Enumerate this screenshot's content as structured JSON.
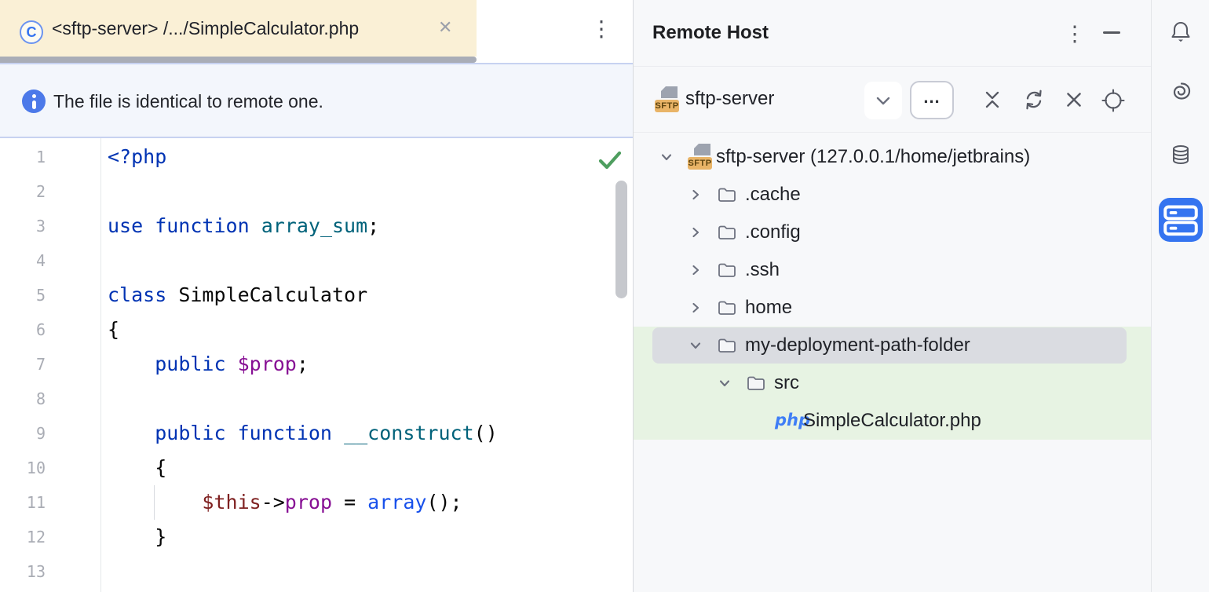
{
  "tab": {
    "title": "<sftp-server> /.../SimpleCalculator.php",
    "class_icon_letter": "C",
    "close_glyph": "✕",
    "menu_glyph": "⋮"
  },
  "banner": {
    "message": "The file is identical to remote one.",
    "icons": [
      "refresh-icon",
      "sync-remote-icon",
      "undo-icon (disabled)",
      "upload-icon"
    ]
  },
  "editor": {
    "lines": [
      {
        "n": "1",
        "seg": [
          [
            "k",
            "<?php"
          ]
        ]
      },
      {
        "n": "2",
        "seg": []
      },
      {
        "n": "3",
        "seg": [
          [
            "k",
            "use function"
          ],
          [
            "p",
            " "
          ],
          [
            "f",
            "array_sum"
          ],
          [
            "p",
            ";"
          ]
        ]
      },
      {
        "n": "4",
        "seg": []
      },
      {
        "n": "5",
        "seg": [
          [
            "k",
            "class"
          ],
          [
            "p",
            " SimpleCalculator"
          ]
        ]
      },
      {
        "n": "6",
        "seg": [
          [
            "p",
            "{"
          ]
        ]
      },
      {
        "n": "7",
        "seg": [
          [
            "p",
            "    "
          ],
          [
            "k",
            "public"
          ],
          [
            "p",
            " "
          ],
          [
            "v",
            "$prop"
          ],
          [
            "p",
            ";"
          ]
        ]
      },
      {
        "n": "8",
        "seg": []
      },
      {
        "n": "9",
        "seg": [
          [
            "p",
            "    "
          ],
          [
            "k",
            "public function"
          ],
          [
            "p",
            " "
          ],
          [
            "f",
            "__construct"
          ],
          [
            "p",
            "()"
          ]
        ]
      },
      {
        "n": "10",
        "seg": [
          [
            "p",
            "    {"
          ]
        ]
      },
      {
        "n": "11",
        "seg": [
          [
            "p",
            "        "
          ],
          [
            "t",
            "$this"
          ],
          [
            "p",
            "->"
          ],
          [
            "v",
            "prop"
          ],
          [
            "p",
            " = "
          ],
          [
            "a",
            "array"
          ],
          [
            "p",
            "();"
          ]
        ]
      },
      {
        "n": "12",
        "seg": [
          [
            "p",
            "    }"
          ]
        ]
      },
      {
        "n": "13",
        "seg": []
      }
    ],
    "inspection_status": "no-problems-checkmark"
  },
  "remote_host": {
    "title": "Remote Host",
    "menu_glyph": "⋮",
    "server_name": "sftp-server",
    "more_button_label": "...",
    "toolbar_icons": [
      "server-dropdown-chevron",
      "more-options",
      "collapse-all",
      "refresh",
      "close",
      "locate-opened-file"
    ],
    "tree": {
      "rows": [
        {
          "level": 0,
          "chevron": "down",
          "icon": "sftp",
          "label": "sftp-server (127.0.0.1/home/jetbrains)"
        },
        {
          "level": 1,
          "chevron": "right",
          "icon": "folder",
          "label": ".cache"
        },
        {
          "level": 1,
          "chevron": "right",
          "icon": "folder",
          "label": ".config"
        },
        {
          "level": 1,
          "chevron": "right",
          "icon": "folder",
          "label": ".ssh"
        },
        {
          "level": 1,
          "chevron": "right",
          "icon": "folder",
          "label": "home"
        },
        {
          "level": 1,
          "chevron": "down",
          "icon": "folder",
          "label": "my-deployment-path-folder",
          "selected": true,
          "highlighted": true
        },
        {
          "level": 2,
          "chevron": "down",
          "icon": "folder",
          "label": "src",
          "highlighted": true
        },
        {
          "level": 3,
          "chevron": "none",
          "icon": "php",
          "label": "SimpleCalculator.php",
          "highlighted": true
        }
      ],
      "php_badge_text": "php"
    }
  },
  "right_stripe": {
    "icons": [
      "notifications-bell",
      "ai-assistant-swirl",
      "database",
      "remote-host-server (active)"
    ]
  },
  "colors": {
    "accent": "#3574F0",
    "tab_background": "#FAF0D6",
    "banner_background": "#F3F6FC",
    "panel_background": "#F7F8FA",
    "selection_gray": "#DADCE1",
    "deployment_highlight_green": "#E7F3E3",
    "checkmark_green": "#4E9E5F"
  }
}
